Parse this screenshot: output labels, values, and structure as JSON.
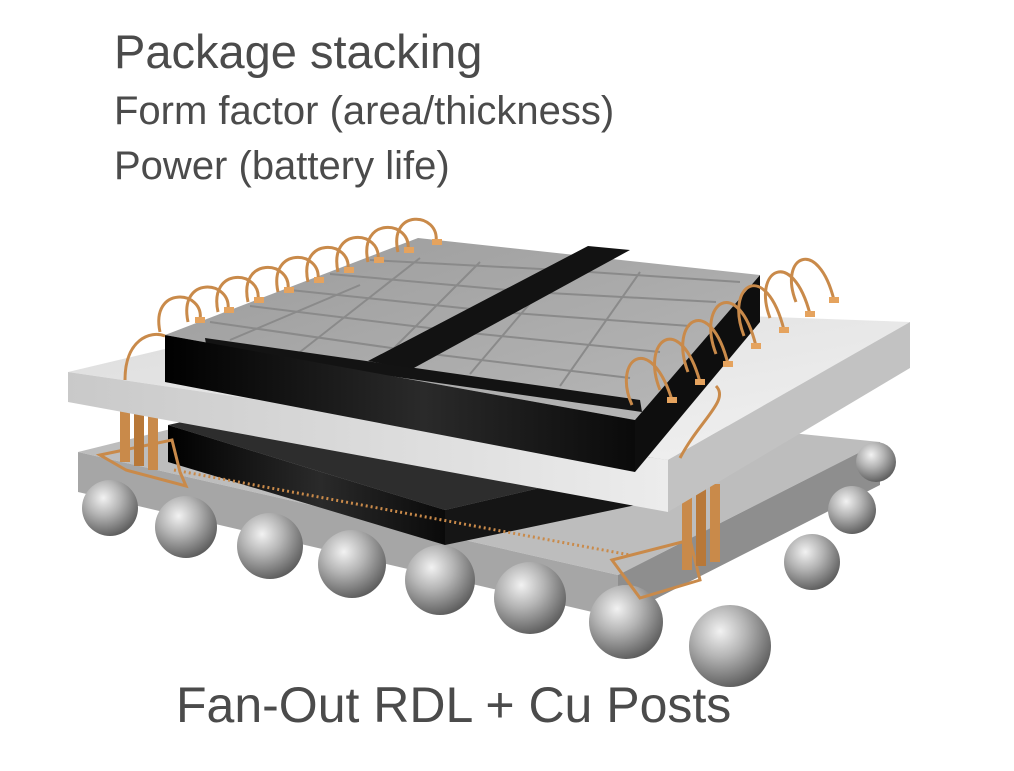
{
  "header": {
    "title": "Package stacking",
    "bullets": [
      "Form factor (area/thickness)",
      "Power (battery life)"
    ]
  },
  "caption": "Fan-Out RDL + Cu Posts",
  "colors": {
    "text": "#4b4b4b",
    "substrate_top": "#e6e6e6",
    "substrate_side": "#a9a9a9",
    "die": "#111111",
    "die_top": "#a0a0a0",
    "copper": "#c98a4a",
    "solder_ball": "#9c9c9c"
  },
  "icons": [
    "solder-ball-icon",
    "wire-bond-icon",
    "copper-post-icon"
  ]
}
